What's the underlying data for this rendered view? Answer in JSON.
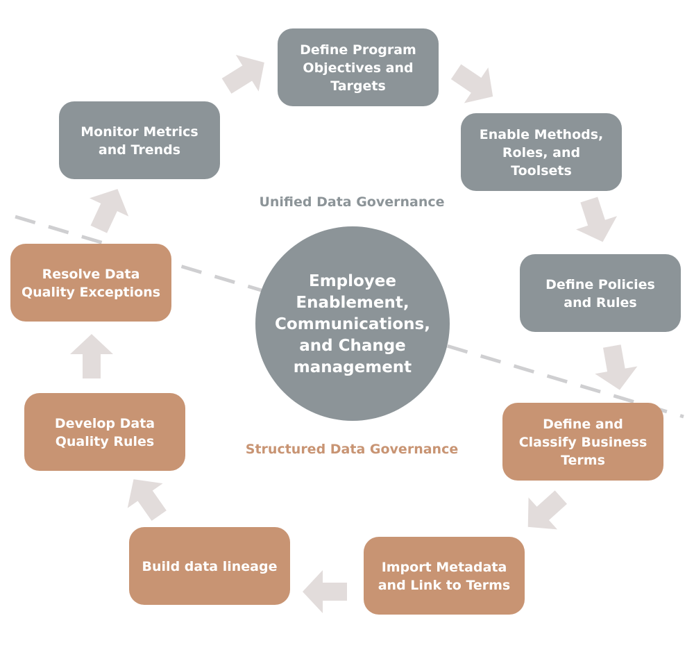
{
  "colors": {
    "unified": "#8c9498",
    "structured": "#c89473",
    "arrow": "#e2dcdb",
    "divider": "#cfcfd1",
    "text_on_box": "#ffffff"
  },
  "center": {
    "lines": [
      "Employee",
      "Enablement,",
      "Communications,",
      "and Change",
      "management"
    ]
  },
  "zones": {
    "unified": "Unified Data Governance",
    "structured": "Structured Data Governance"
  },
  "steps": [
    {
      "id": "define-program-objectives",
      "group": "unified",
      "lines": [
        "Define Program",
        "Objectives and",
        "Targets"
      ]
    },
    {
      "id": "enable-methods-roles-toolsets",
      "group": "unified",
      "lines": [
        "Enable Methods,",
        "Roles, and",
        "Toolsets"
      ]
    },
    {
      "id": "define-policies-rules",
      "group": "unified",
      "lines": [
        "Define Policies",
        "and Rules"
      ]
    },
    {
      "id": "define-classify-business-terms",
      "group": "structured",
      "lines": [
        "Define and",
        "Classify Business",
        "Terms"
      ]
    },
    {
      "id": "import-metadata-link-terms",
      "group": "structured",
      "lines": [
        "Import Metadata",
        "and Link to Terms"
      ]
    },
    {
      "id": "build-data-lineage",
      "group": "structured",
      "lines": [
        "Build data lineage"
      ]
    },
    {
      "id": "develop-data-quality-rules",
      "group": "structured",
      "lines": [
        "Develop Data",
        "Quality Rules"
      ]
    },
    {
      "id": "resolve-data-quality-exceptions",
      "group": "structured",
      "lines": [
        "Resolve Data",
        "Quality Exceptions"
      ]
    },
    {
      "id": "monitor-metrics-trends",
      "group": "unified",
      "lines": [
        "Monitor Metrics",
        "and Trends"
      ]
    }
  ]
}
